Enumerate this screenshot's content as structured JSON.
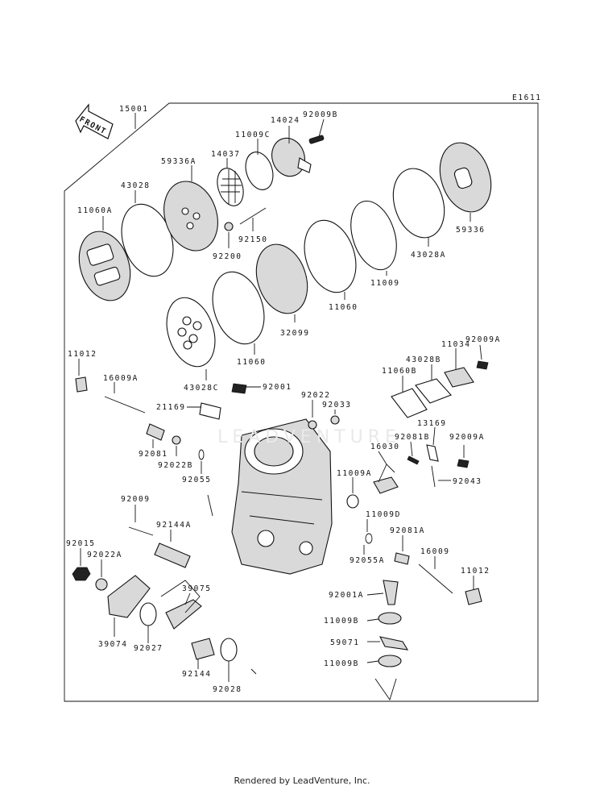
{
  "diagram": {
    "code": "E1611",
    "front_label": "FRONT",
    "watermark": "LEADVENTURE",
    "footer": "Rendered by LeadVenture, Inc.",
    "callouts": [
      "15001",
      "14024",
      "92009B",
      "11009C",
      "14037",
      "59336A",
      "43028",
      "11060A",
      "92150",
      "92200",
      "59336",
      "43028A",
      "11009",
      "11060",
      "32099",
      "11060",
      "43028C",
      "11012",
      "16009A",
      "21169",
      "92001",
      "92022",
      "92033",
      "92081",
      "92022B",
      "92055",
      "11034",
      "92009A",
      "43028B",
      "11060B",
      "13169",
      "92081B",
      "92009A",
      "16030",
      "92043",
      "11009A",
      "92009",
      "92144A",
      "11009D",
      "92081A",
      "92055A",
      "92015",
      "92022A",
      "16009",
      "11012",
      "39075",
      "92001A",
      "39074",
      "92027",
      "11009B",
      "59071",
      "92144",
      "92028",
      "11009B"
    ]
  }
}
